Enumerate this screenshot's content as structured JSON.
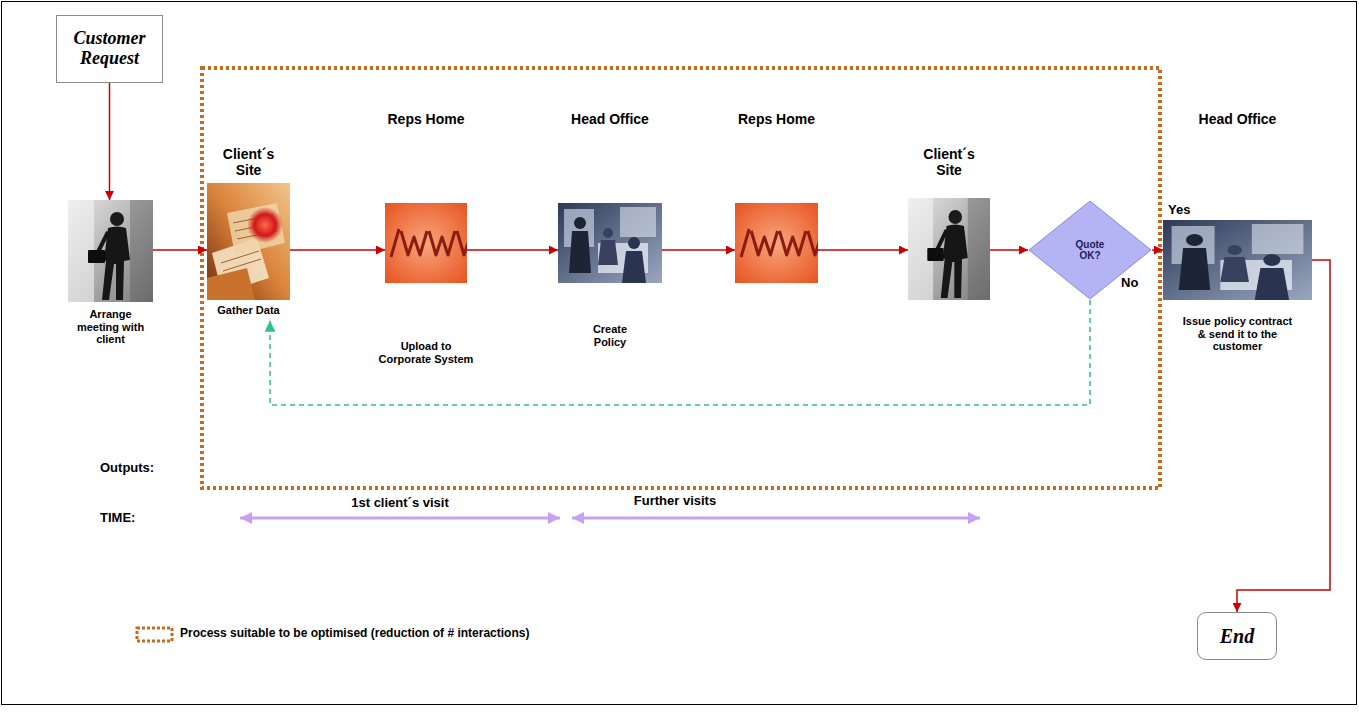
{
  "diagram": {
    "nodes": [
      {
        "text": [
          "Customer Request"
        ]
      },
      {
        "text": [
          "Arrange meeting with client"
        ]
      },
      {
        "text": [
          "Client´s Site",
          "Gather Data"
        ]
      },
      {
        "text": [
          "Reps Home",
          "Upload to Corporate System"
        ]
      },
      {
        "text": [
          "Head Office",
          "Create Policy"
        ]
      },
      {
        "text": [
          "Reps Home"
        ]
      },
      {
        "text": [
          "Client´s Site"
        ]
      },
      {
        "text": [
          "Quote OK?"
        ]
      },
      {
        "text": [
          "Head Office",
          "Issue policy contract & send it to the customer"
        ]
      },
      {
        "text": [
          "End"
        ]
      }
    ],
    "edges": [
      {
        "from": 0,
        "to": 1,
        "arrow": "to"
      },
      {
        "from": 1,
        "to": 2,
        "arrow": "to"
      },
      {
        "from": 2,
        "to": 3,
        "arrow": "to"
      },
      {
        "from": 3,
        "to": 4,
        "arrow": "to"
      },
      {
        "from": 4,
        "to": 5,
        "arrow": "to"
      },
      {
        "from": 5,
        "to": 6,
        "arrow": "to"
      },
      {
        "from": 6,
        "to": 7,
        "arrow": "to"
      },
      {
        "from": 7,
        "to": 8,
        "label": "Yes",
        "arrow": "to"
      },
      {
        "from": 7,
        "to": 2,
        "label": "No",
        "arrow": "to"
      },
      {
        "from": 8,
        "to": 9,
        "arrow": "to"
      }
    ],
    "labels": [
      "Outputs:",
      "TIME:",
      "1st client´s visit",
      "Further visits"
    ],
    "legend": [
      {
        "text": "Process suitable to be optimised (reduction of # interactions)"
      }
    ]
  }
}
